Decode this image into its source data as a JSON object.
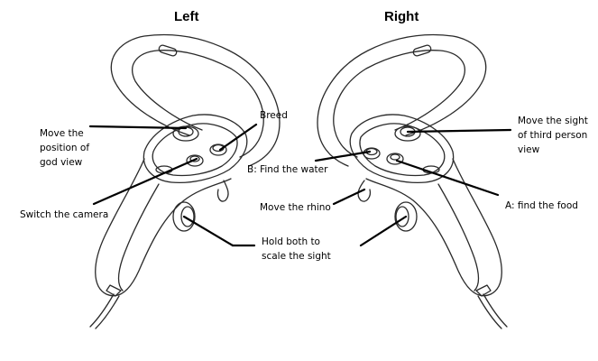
{
  "headings": {
    "left": "Left",
    "right": "Right"
  },
  "labels": {
    "move_god_view": [
      "Move the",
      "position of",
      "god view"
    ],
    "breed": "Breed",
    "find_water": "B: Find the water",
    "switch_camera": "Switch the camera",
    "move_rhino": "Move the rhino",
    "scale_sight": [
      "Hold both to",
      "scale the sight"
    ],
    "move_third_person": [
      "Move the sight",
      "of third person",
      "view"
    ],
    "find_food": "A: find the food"
  },
  "colors": {
    "line": "#000000",
    "outline": "#2a2a2a",
    "background": "#ffffff"
  },
  "icons": [
    "left-controller-icon",
    "right-controller-icon"
  ]
}
